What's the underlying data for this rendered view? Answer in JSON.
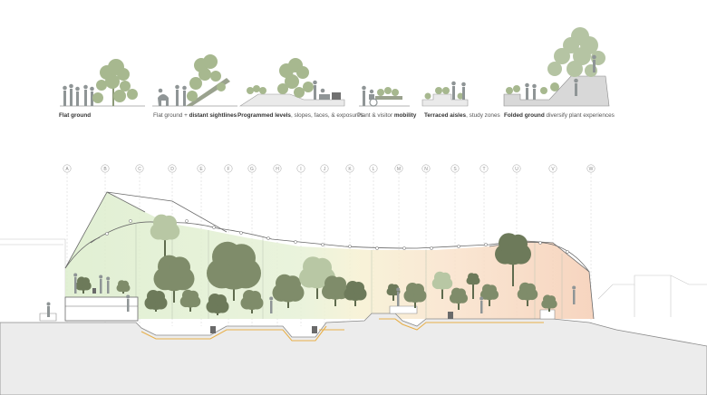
{
  "strip": [
    {
      "bold": "Flat ground",
      "rest": "",
      "bold_first": true
    },
    {
      "bold": "distant sightlines",
      "rest": "Flat ground + ",
      "bold_first": false
    },
    {
      "bold": "Programmed levels",
      "rest": ", slopes, faces, & exposures",
      "bold_first": true
    },
    {
      "bold": "mobility",
      "rest": "Plant & visitor ",
      "bold_first": false
    },
    {
      "bold": "Terraced aisles",
      "rest": ", study zones",
      "bold_first": true
    },
    {
      "bold": "Folded ground",
      "rest": " diversify plant experiences",
      "bold_first": true
    }
  ],
  "grid_labels": [
    "A",
    "B",
    "C",
    "D",
    "E",
    "F",
    "G",
    "H",
    "I",
    "J",
    "K",
    "L",
    "M",
    "N",
    "S",
    "T",
    "U",
    "V",
    "W"
  ],
  "colors": {
    "foliage": "#7f8c6a",
    "foliage_dark": "#6d7a5a",
    "foliage_light": "#b8c7a4",
    "ground": "#e9e9e9",
    "ground_line": "#9a9a9a",
    "heating": "#e8b04a",
    "zone_green": "#dfeecf",
    "zone_yellow": "#f7f1cf",
    "zone_orange": "#f7d7bf",
    "zone_peach": "#f5cdb4",
    "people": "#8f9596"
  }
}
